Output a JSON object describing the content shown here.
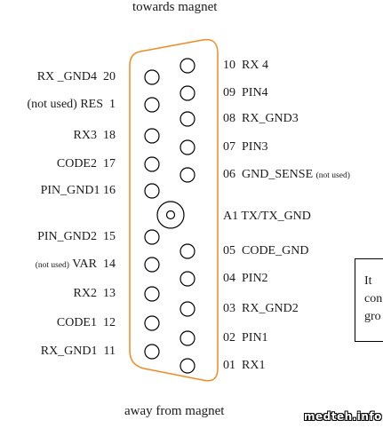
{
  "top_caption": "towards magnet",
  "bottom_caption": "away from magnet",
  "shell_color": "#f08a24",
  "left_pins": [
    {
      "text": "RX _GND4  20"
    },
    {
      "text": "(not used) RES  1"
    },
    {
      "text": "RX3  18"
    },
    {
      "text": "CODE2  17"
    },
    {
      "text": "PIN_GND1 16"
    },
    {
      "text": "PIN_GND2  15"
    },
    {
      "prefix": "(not used)",
      "text": " VAR  14"
    },
    {
      "text": "RX2  13"
    },
    {
      "text": "CODE1  12"
    },
    {
      "text": "RX_GND1  11"
    }
  ],
  "right_pins": [
    {
      "text": "10  RX 4"
    },
    {
      "text": "09  PIN4"
    },
    {
      "text": "08  RX_GND3"
    },
    {
      "text": "07  PIN3"
    },
    {
      "text": "06  GND_SENSE ",
      "suffix": "(not used)"
    },
    {
      "text": "05  CODE_GND"
    },
    {
      "text": "04  PIN2"
    },
    {
      "text": "03  RX_GND2"
    },
    {
      "text": "02  PIN1"
    },
    {
      "text": "01  RX1"
    }
  ],
  "center_pin": {
    "text": "A1  TX/TX_GND"
  },
  "note_lines": [
    "It",
    "con",
    "gro"
  ],
  "watermark": "medteh.info"
}
